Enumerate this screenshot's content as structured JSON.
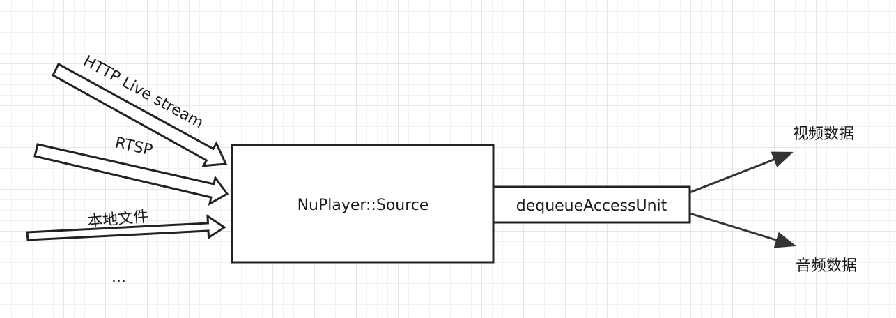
{
  "colors": {
    "stroke": "#222222",
    "fill": "#ffffff",
    "arrow_fill": "#333333",
    "text": "#1a1a1a"
  },
  "diagram": {
    "inputs": [
      {
        "label": "HTTP Live stream"
      },
      {
        "label": "RTSP"
      },
      {
        "label": "本地文件"
      },
      {
        "label": "..."
      }
    ],
    "source_box": {
      "label": "NuPlayer::Source"
    },
    "method_box": {
      "label": "dequeueAccessUnit"
    },
    "outputs": [
      {
        "label": "视频数据"
      },
      {
        "label": "音频数据"
      }
    ]
  }
}
